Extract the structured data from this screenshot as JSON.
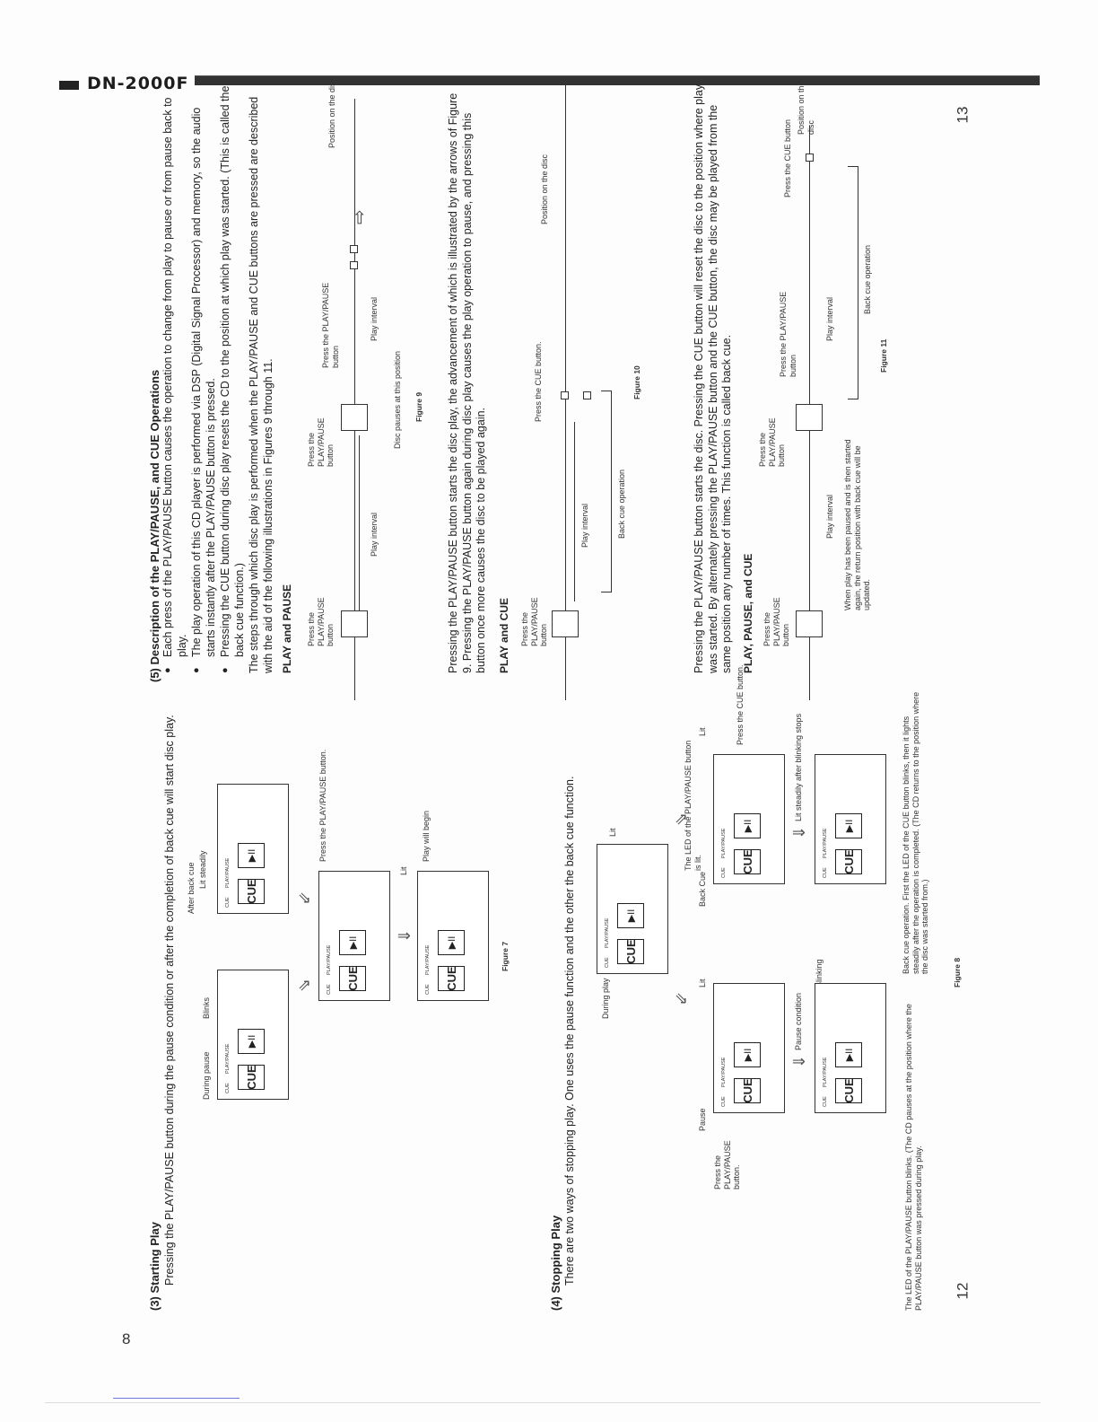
{
  "header": {
    "model": "DN-2000F"
  },
  "page_numbers": {
    "left": "12",
    "right": "13",
    "corner": "8"
  },
  "sec3": {
    "title": "(3)  Starting Play",
    "text": "Pressing the PLAY/PAUSE button during the pause condition or after the completion of back cue will start disc play.",
    "fig7": {
      "during_pause": "During pause",
      "blinks": "Blinks",
      "after_back_cue": "After back cue",
      "lit_steadily": "Lit steadily",
      "press_play": "Press the PLAY/PAUSE button.",
      "lit": "Lit",
      "play_begin": "Play will begin",
      "caption": "Figure 7"
    }
  },
  "sec4": {
    "title": "(4)  Stopping Play",
    "text": "There are two ways of stopping play. One uses the pause function and the other the back cue function.",
    "fig8": {
      "during_play": "During play",
      "lit": "Lit",
      "led_lit": "The LED of the PLAY/PAUSE button is lit.",
      "pause": "Pause",
      "back_cue": "Back Cue",
      "press_pp": "Press the PLAY/PAUSE button.",
      "press_cue": "Press the CUE button.",
      "pause_condition": "Pause condition",
      "blinking": "Blinking",
      "lit_after": "Lit steadily after blinking stops",
      "note_left": "The LED of the PLAY/PAUSE button blinks. (The CD pauses at the position where the PLAY/PAUSE button was pressed during play.",
      "note_right": "Back cue operation. First the LED of the CUE button blinks, then it lights steadily after the operation is completed. (The CD returns to the position where the disc was started from.)",
      "caption": "Figure 8"
    }
  },
  "panel_labels": {
    "cue": "CUE",
    "cue_small": "CUE",
    "play_pause": "PLAY/PAUSE",
    "pp_symbol": "▶II"
  },
  "sec5": {
    "title": "(5)  Description of the PLAY/PAUSE, and CUE Operations",
    "bullet1": "Each press of the PLAY/PAUSE button causes the operation to change from play to pause or from pause back to play.",
    "bullet2": "The play operation of this CD player is performed via DSP (Digital Signal Processor) and memory, so the audio starts instantly after the PLAY/PAUSE button is pressed.",
    "bullet3": "Pressing the CUE button during disc play resets the CD to the position at which play was started. (This is called the back cue function.)",
    "steps": "The steps through which disc play is performed when the PLAY/PAUSE and CUE buttons are pressed are described with the aid of the following illustrations in Figures 9 through 11."
  },
  "fig9": {
    "heading": "PLAY and PAUSE",
    "press1": "Press the PLAY/PAUSE button",
    "press2": "Press the PLAY/PAUSE button",
    "press3": "Press the PLAY/PAUSE button",
    "play_interval_1": "Play interval",
    "play_interval_2": "Play interval",
    "disc_pauses": "Disc pauses at this position",
    "position": "Position on the disc",
    "caption": "Figure 9",
    "after_text": "Pressing the PLAY/PAUSE button starts the disc play, the advancement of which is illustrated by the arrows of Figure 9. Pressing the PLAY/PAUSE button again during disc play causes the play operation to pause, and pressing this button once more causes the disc to be played again."
  },
  "fig10": {
    "heading": "PLAY and CUE",
    "press_pp": "Press the PLAY/PAUSE button",
    "press_cue": "Press the CUE button.",
    "play_interval": "Play interval",
    "back_cue": "Back cue operation",
    "position": "Position on the disc",
    "caption": "Figure 10",
    "after_text": "Pressing the PLAY/PAUSE button starts the disc. Pressing the CUE button will reset the disc to the position where play was started. By alternately pressing the PLAY/PAUSE button and the CUE button, the disc may be played from the same position any number of times. This function is called back cue."
  },
  "fig11": {
    "heading": "PLAY, PAUSE, and CUE",
    "press1": "Press the PLAY/PAUSE button",
    "press2": "Press the PLAY/PAUSE button",
    "press3": "Press the PLAY/PAUSE button",
    "press_cue": "Press the CUE button",
    "play_interval_1": "Play interval",
    "play_interval_2": "Play interval",
    "note": "When play has been paused and is then started again, the return position with back cue will be updated.",
    "back_cue": "Back cue operation",
    "position": "Position on the disc",
    "caption": "Figure 11"
  }
}
